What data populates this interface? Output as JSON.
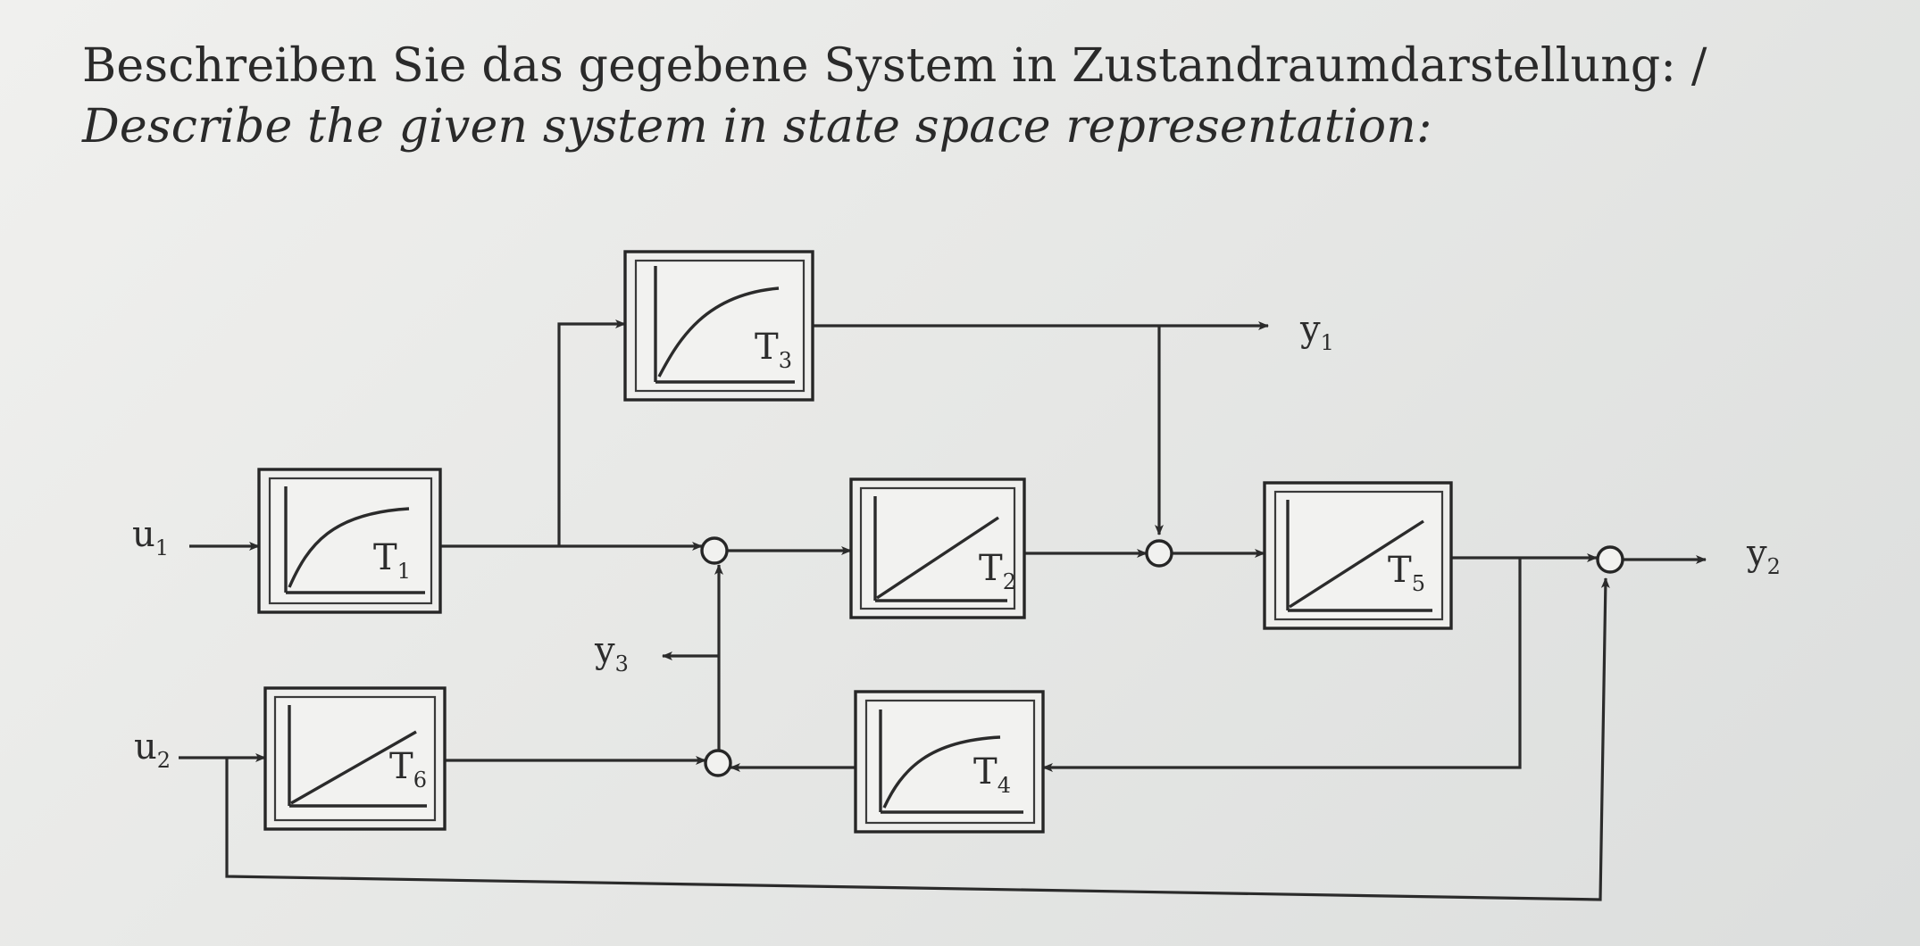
{
  "task": {
    "text_de": "Beschreiben Sie das gegebene System in Zustandraumdarstellung:",
    "separator": "/",
    "text_en": "Describe the given system in state space representation:"
  },
  "diagram": {
    "blocks": [
      {
        "id": "T1",
        "label": "T",
        "index": "1",
        "response": "first-order-lag"
      },
      {
        "id": "T3",
        "label": "T",
        "index": "3",
        "response": "first-order-lag"
      },
      {
        "id": "T2",
        "label": "T",
        "index": "2",
        "response": "integrator"
      },
      {
        "id": "T5",
        "label": "T",
        "index": "5",
        "response": "integrator"
      },
      {
        "id": "T6",
        "label": "T",
        "index": "6",
        "response": "integrator"
      },
      {
        "id": "T4",
        "label": "T",
        "index": "4",
        "response": "first-order-lag"
      }
    ],
    "signals": {
      "u1": {
        "label": "u",
        "index": "1"
      },
      "u2": {
        "label": "u",
        "index": "2"
      },
      "y1": {
        "label": "y",
        "index": "1"
      },
      "y2": {
        "label": "y",
        "index": "2"
      },
      "y3": {
        "label": "y",
        "index": "3"
      }
    },
    "summing_junctions": [
      "S1",
      "S2",
      "S3",
      "S4"
    ]
  }
}
